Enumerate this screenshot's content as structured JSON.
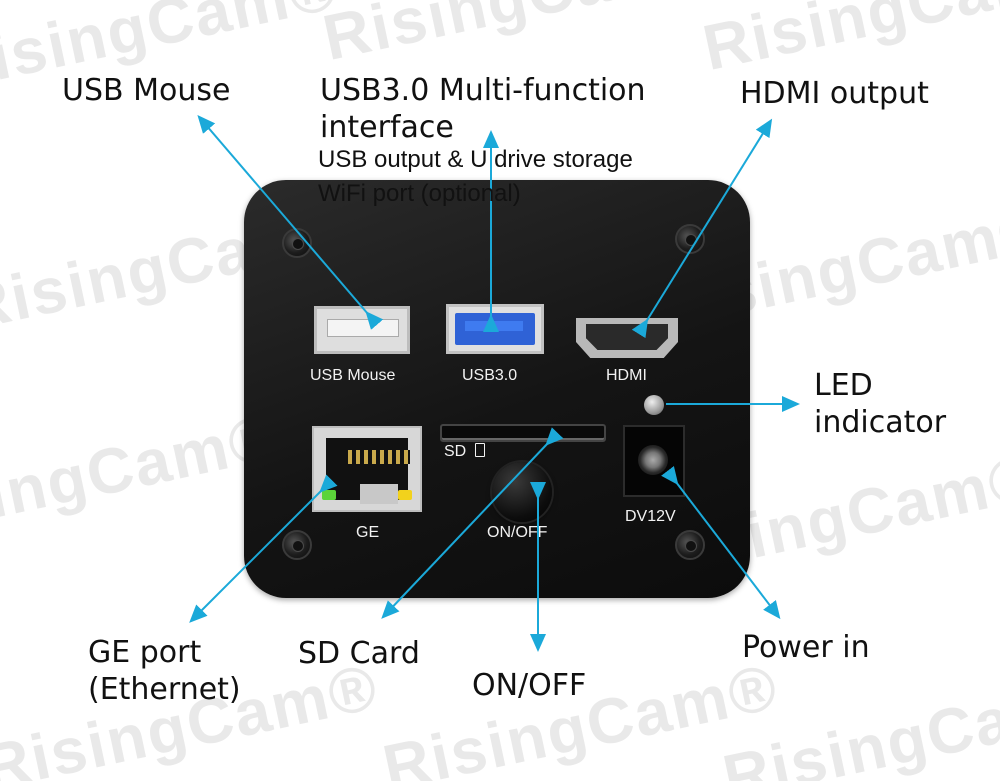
{
  "watermark": "RisingCam®",
  "callouts": {
    "usb_mouse": "USB Mouse",
    "usb3_title_1": "USB3.0 Multi-function",
    "usb3_title_2": "interface",
    "usb3_sub_1": "USB output & U drive storage",
    "usb3_sub_2": "WiFi port (optional)",
    "hdmi_output": "HDMI output",
    "led_1": "LED",
    "led_2": "indicator",
    "ge_1": "GE port",
    "ge_2": "(Ethernet)",
    "sd_card": "SD Card",
    "on_off": "ON/OFF",
    "power_in": "Power in"
  },
  "panel_labels": {
    "usb_mouse": "USB Mouse",
    "usb3": "USB3.0",
    "hdmi": "HDMI",
    "sd": "SD",
    "ge": "GE",
    "on_off": "ON/OFF",
    "dv12v": "DV12V"
  },
  "colors": {
    "arrow": "#1ba9d9",
    "camera_body": "#1a1a1a",
    "usb3_blue": "#2f62d6",
    "rj45_led_green": "#5bd43a",
    "rj45_led_yellow": "#f2d21c"
  },
  "icons": {
    "sd_card_icon": "sd-card-outline"
  }
}
